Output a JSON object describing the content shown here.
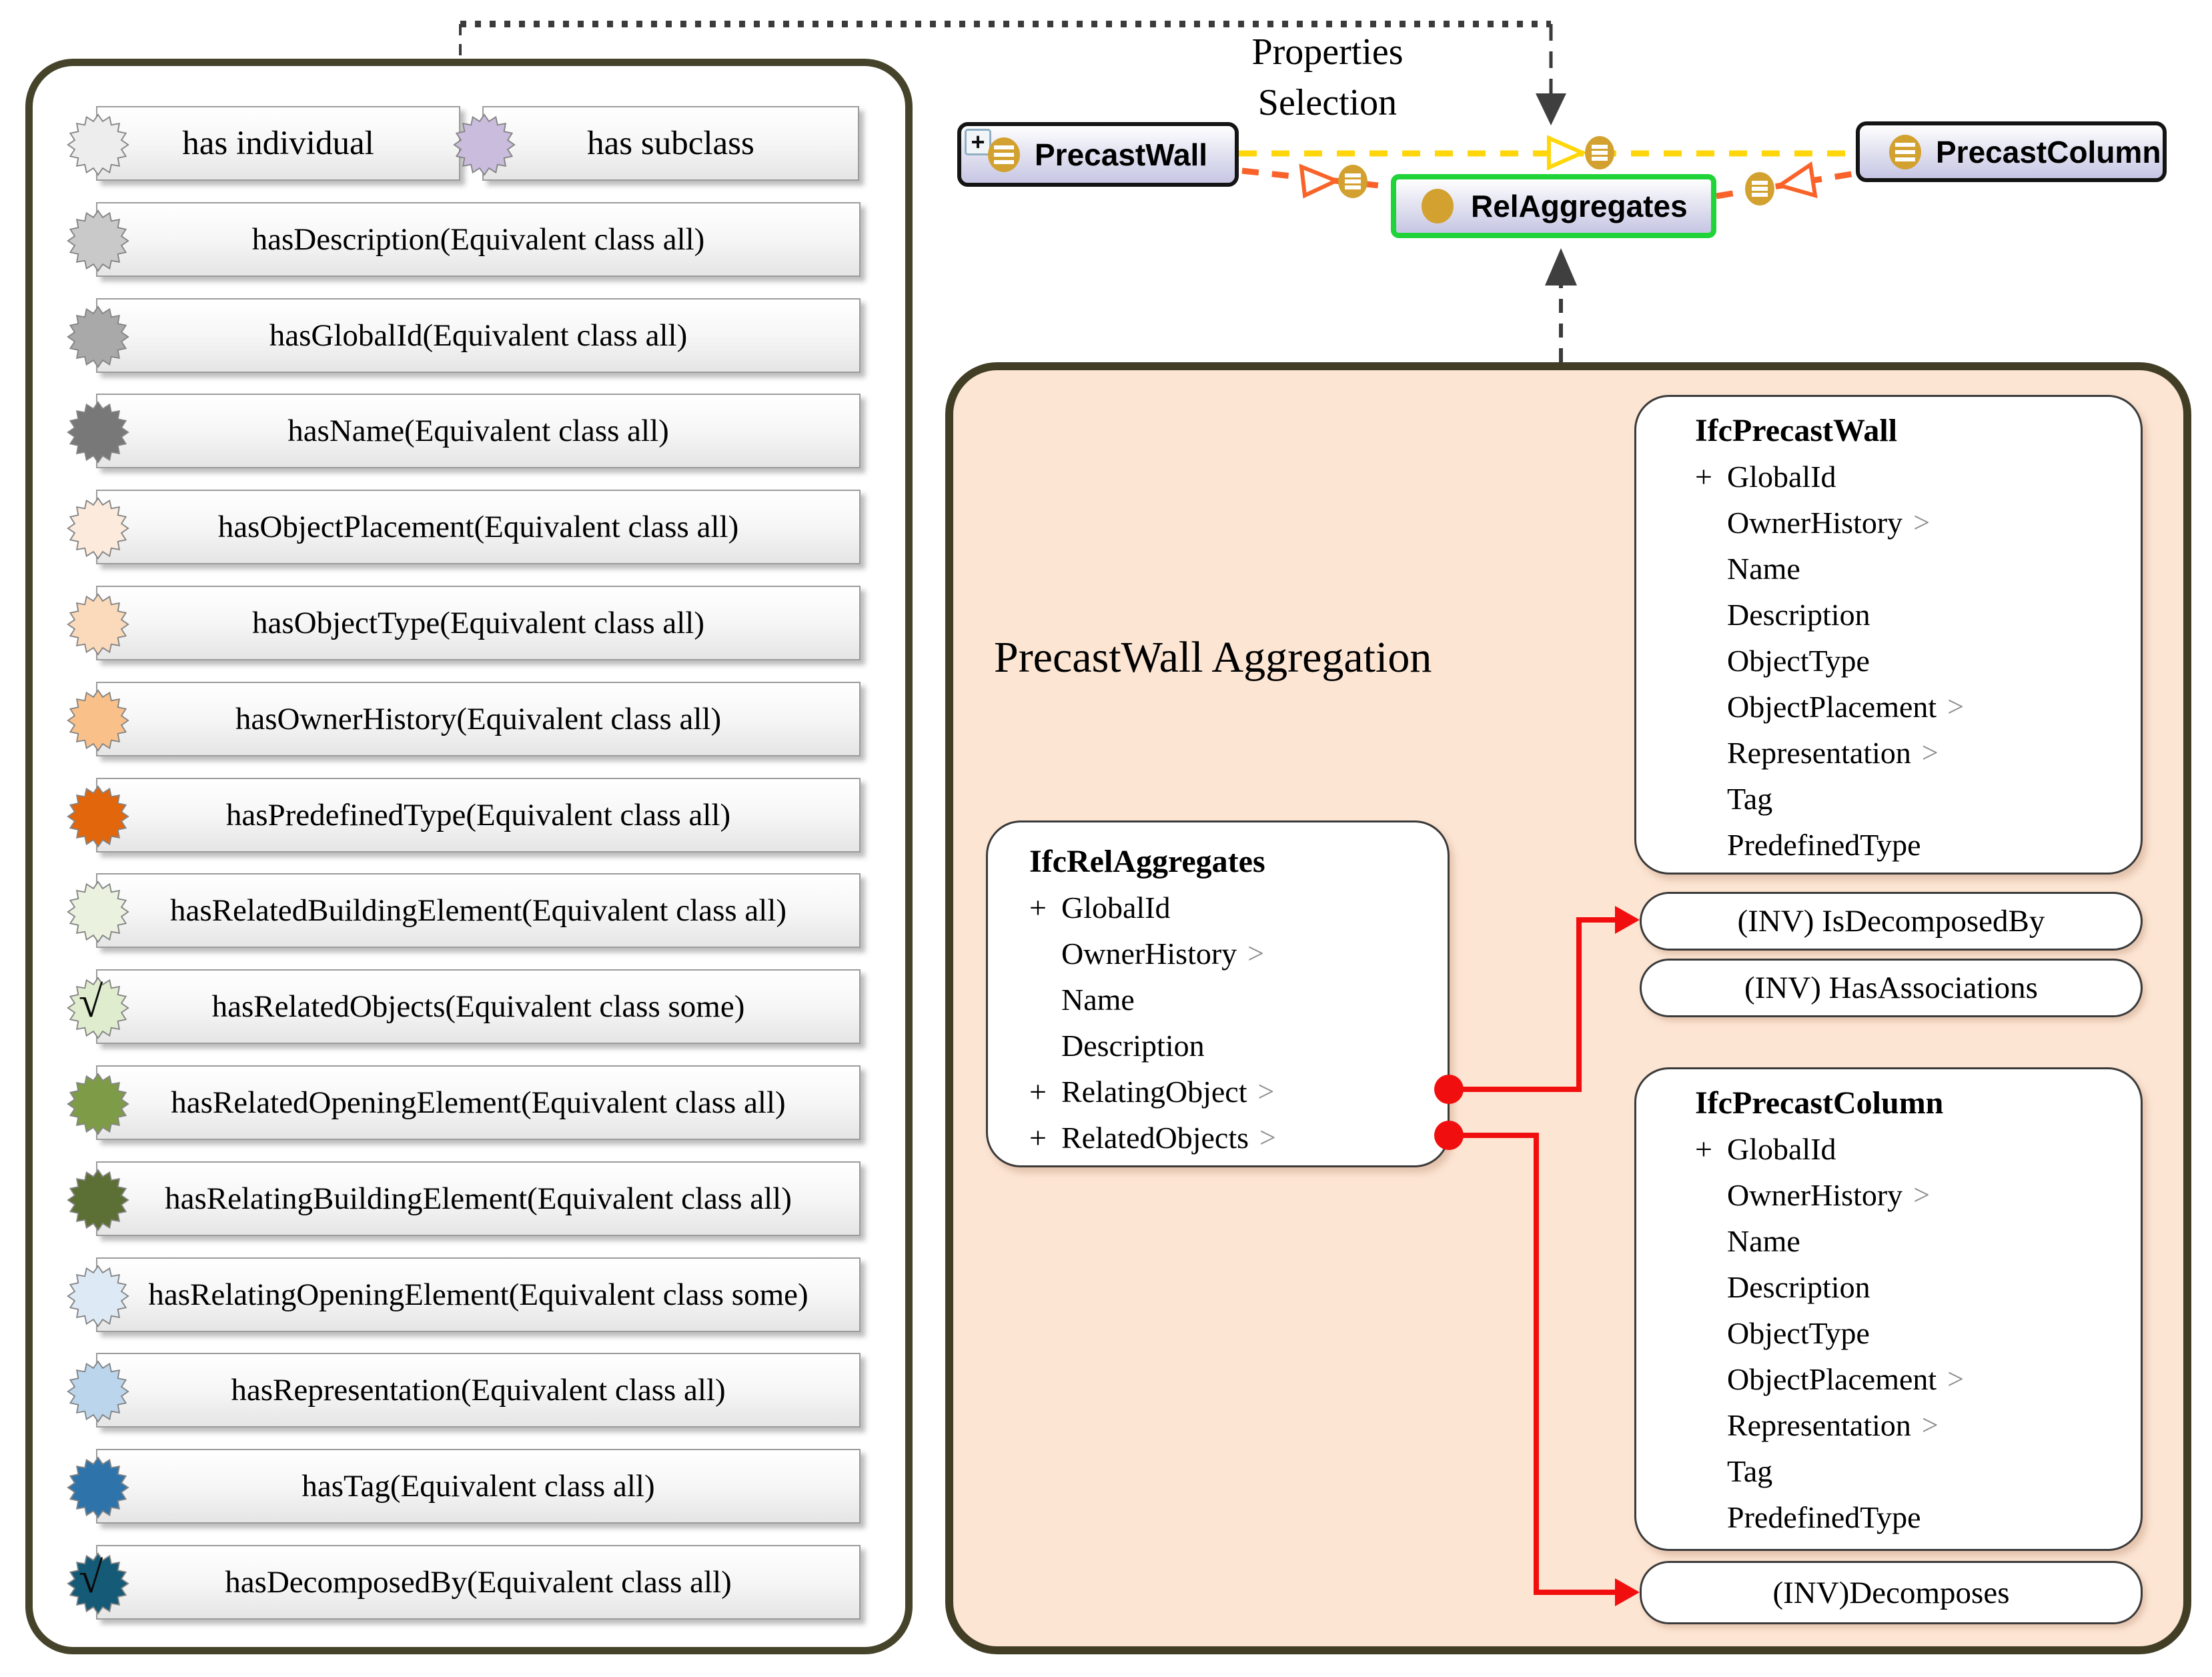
{
  "annotations": {
    "properties_selection_line1": "Properties",
    "properties_selection_line2": "Selection"
  },
  "sidebar": {
    "items": [
      {
        "label": "has individual",
        "icon_color": "#ededed",
        "checked": false
      },
      {
        "label": "has subclass",
        "icon_color": "#c9bcdc",
        "checked": false
      },
      {
        "label": "hasDescription(Equivalent class all)",
        "icon_color": "#c9c9c9",
        "checked": false
      },
      {
        "label": "hasGlobalId(Equivalent class all)",
        "icon_color": "#a9a9a9",
        "checked": false
      },
      {
        "label": "hasName(Equivalent class all)",
        "icon_color": "#787878",
        "checked": false
      },
      {
        "label": "hasObjectPlacement(Equivalent class all)",
        "icon_color": "#fcebdc",
        "checked": false
      },
      {
        "label": "hasObjectType(Equivalent class all)",
        "icon_color": "#fbd9bb",
        "checked": false
      },
      {
        "label": "hasOwnerHistory(Equivalent class all)",
        "icon_color": "#fac089",
        "checked": false
      },
      {
        "label": "hasPredefinedType(Equivalent class all)",
        "icon_color": "#e2660c",
        "checked": false
      },
      {
        "label": "hasRelatedBuildingElement(Equivalent class all)",
        "icon_color": "#eaf1de",
        "checked": false
      },
      {
        "label": "hasRelatedObjects(Equivalent class some)",
        "icon_color": "#dfeccd",
        "checked": true
      },
      {
        "label": "hasRelatedOpeningElement(Equivalent class all)",
        "icon_color": "#7e9c48",
        "checked": false
      },
      {
        "label": "hasRelatingBuildingElement(Equivalent class all)",
        "icon_color": "#5c6f34",
        "checked": false
      },
      {
        "label": "hasRelatingOpeningElement(Equivalent class some)",
        "icon_color": "#ddeaf6",
        "checked": false
      },
      {
        "label": "hasRepresentation(Equivalent class all)",
        "icon_color": "#bad5ec",
        "checked": false
      },
      {
        "label": "hasTag(Equivalent class all)",
        "icon_color": "#2e74aa",
        "checked": false
      },
      {
        "label": "hasDecomposedBy(Equivalent class all)",
        "icon_color": "#155a77",
        "checked": true
      }
    ]
  },
  "nodes": {
    "precast_wall": {
      "label": "PrecastWall"
    },
    "rel_aggregates": {
      "label": "RelAggregates"
    },
    "precast_column": {
      "label": "PrecastColumn"
    }
  },
  "aggregation": {
    "title": "PrecastWall Aggregation",
    "ifc_rel_aggregates": {
      "title": "IfcRelAggregates",
      "fields": [
        {
          "plus": true,
          "label": "GlobalId",
          "chevron": false
        },
        {
          "plus": false,
          "label": "OwnerHistory",
          "chevron": true
        },
        {
          "plus": false,
          "label": "Name",
          "chevron": false
        },
        {
          "plus": false,
          "label": "Description",
          "chevron": false
        },
        {
          "plus": true,
          "label": "RelatingObject",
          "chevron": true
        },
        {
          "plus": true,
          "label": "RelatedObjects",
          "chevron": true
        }
      ]
    },
    "ifc_precast_wall": {
      "title": "IfcPrecastWall",
      "fields": [
        {
          "plus": true,
          "label": "GlobalId",
          "chevron": false
        },
        {
          "plus": false,
          "label": "OwnerHistory",
          "chevron": true
        },
        {
          "plus": false,
          "label": "Name",
          "chevron": false
        },
        {
          "plus": false,
          "label": "Description",
          "chevron": false
        },
        {
          "plus": false,
          "label": "ObjectType",
          "chevron": false
        },
        {
          "plus": false,
          "label": "ObjectPlacement",
          "chevron": true
        },
        {
          "plus": false,
          "label": "Representation",
          "chevron": true
        },
        {
          "plus": false,
          "label": "Tag",
          "chevron": false
        },
        {
          "plus": false,
          "label": "PredefinedType",
          "chevron": false
        }
      ]
    },
    "ifc_precast_column": {
      "title": "IfcPrecastColumn",
      "fields": [
        {
          "plus": true,
          "label": "GlobalId",
          "chevron": false
        },
        {
          "plus": false,
          "label": "OwnerHistory",
          "chevron": true
        },
        {
          "plus": false,
          "label": "Name",
          "chevron": false
        },
        {
          "plus": false,
          "label": "Description",
          "chevron": false
        },
        {
          "plus": false,
          "label": "ObjectType",
          "chevron": false
        },
        {
          "plus": false,
          "label": "ObjectPlacement",
          "chevron": true
        },
        {
          "plus": false,
          "label": "Representation",
          "chevron": true
        },
        {
          "plus": false,
          "label": "Tag",
          "chevron": false
        },
        {
          "plus": false,
          "label": "PredefinedType",
          "chevron": false
        }
      ]
    },
    "inv_is_decomposed_by": "(INV) IsDecomposedBy",
    "inv_has_associations": "(INV) HasAssociations",
    "inv_decomposes": "(INV)Decomposes"
  },
  "icons": {
    "plus_glyph": "+",
    "check_glyph": "√",
    "chevron_glyph": ">"
  },
  "colors": {
    "panel_border": "#45432a",
    "aggregation_bg": "#fce5d3",
    "selected_node_border": "#1fd338",
    "gold": "#d2a12f",
    "link_red": "#f10e0e",
    "link_yellow": "#ffd60a",
    "link_orange": "#f9632a",
    "connector_dark": "#3b3b3b"
  }
}
